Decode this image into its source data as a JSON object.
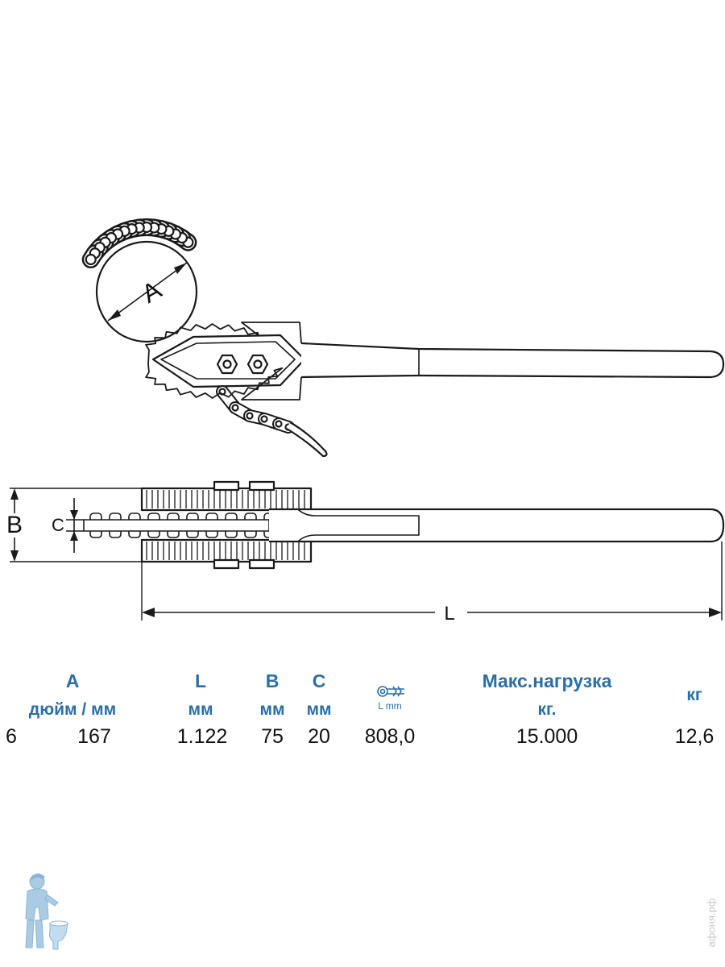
{
  "drawing": {
    "label_a": "A",
    "label_b": "B",
    "label_c": "C",
    "label_l": "L"
  },
  "table": {
    "headers": [
      {
        "key": "a",
        "line1": "A",
        "line2": "дюйм / мм"
      },
      {
        "key": "l",
        "line1": "L",
        "line2": "мм"
      },
      {
        "key": "b",
        "line1": "B",
        "line2": "мм"
      },
      {
        "key": "c",
        "line1": "C",
        "line2": "мм"
      },
      {
        "key": "icon",
        "line1": "",
        "line2": "L mm"
      },
      {
        "key": "load",
        "line1": "Макс.нагрузка",
        "line2": "кг."
      },
      {
        "key": "kg",
        "line1": "кг",
        "line2": ""
      }
    ],
    "row": {
      "inch": "6",
      "mm": "167",
      "l": "1.122",
      "b": "75",
      "c": "20",
      "lever": "808,0",
      "load": "15.000",
      "weight": "12,6"
    }
  },
  "watermark": "афоня.рф",
  "colors": {
    "header": "#2a6fa8",
    "line": "#1a1a1a",
    "logo": "#a9cbe4"
  },
  "icons": [
    "wrench-lever-icon",
    "plumber-logo-icon"
  ]
}
